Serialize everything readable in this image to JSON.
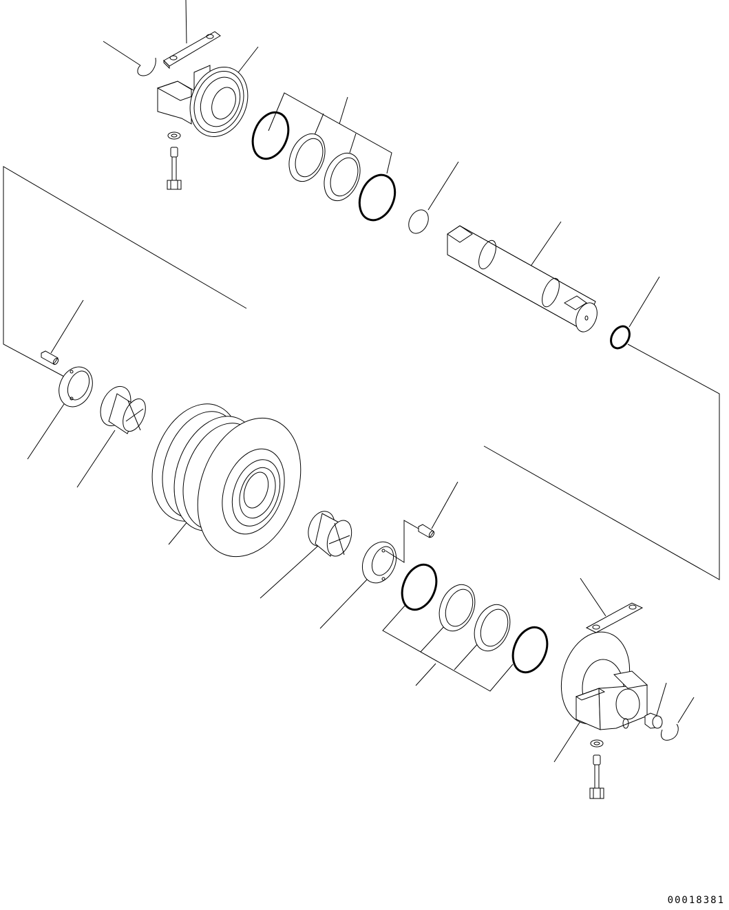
{
  "drawing": {
    "id": "00018381",
    "type": "exploded parts view",
    "subject": "track roller assembly",
    "line_color": "#000000",
    "background": "#ffffff"
  },
  "parts": [
    {
      "name": "upper-retainer-ring"
    },
    {
      "name": "upper-lock-plate"
    },
    {
      "name": "upper-collar-housing"
    },
    {
      "name": "upper-washer"
    },
    {
      "name": "upper-bolt"
    },
    {
      "name": "upper-seal-group",
      "members": [
        "o-ring",
        "seal-ring",
        "seal-ring",
        "o-ring"
      ]
    },
    {
      "name": "small-o-ring-upper"
    },
    {
      "name": "shaft"
    },
    {
      "name": "small-o-ring-right"
    },
    {
      "name": "left-pin"
    },
    {
      "name": "left-thrust-washer"
    },
    {
      "name": "left-bushing"
    },
    {
      "name": "roller-body"
    },
    {
      "name": "right-bushing"
    },
    {
      "name": "right-thrust-washer"
    },
    {
      "name": "right-pin"
    },
    {
      "name": "lower-seal-group",
      "members": [
        "o-ring",
        "seal-ring",
        "seal-ring",
        "o-ring"
      ]
    },
    {
      "name": "lower-lock-plate"
    },
    {
      "name": "lower-collar-housing"
    },
    {
      "name": "lower-plug"
    },
    {
      "name": "lower-retainer-ring"
    },
    {
      "name": "lower-washer"
    },
    {
      "name": "lower-bolt"
    }
  ]
}
